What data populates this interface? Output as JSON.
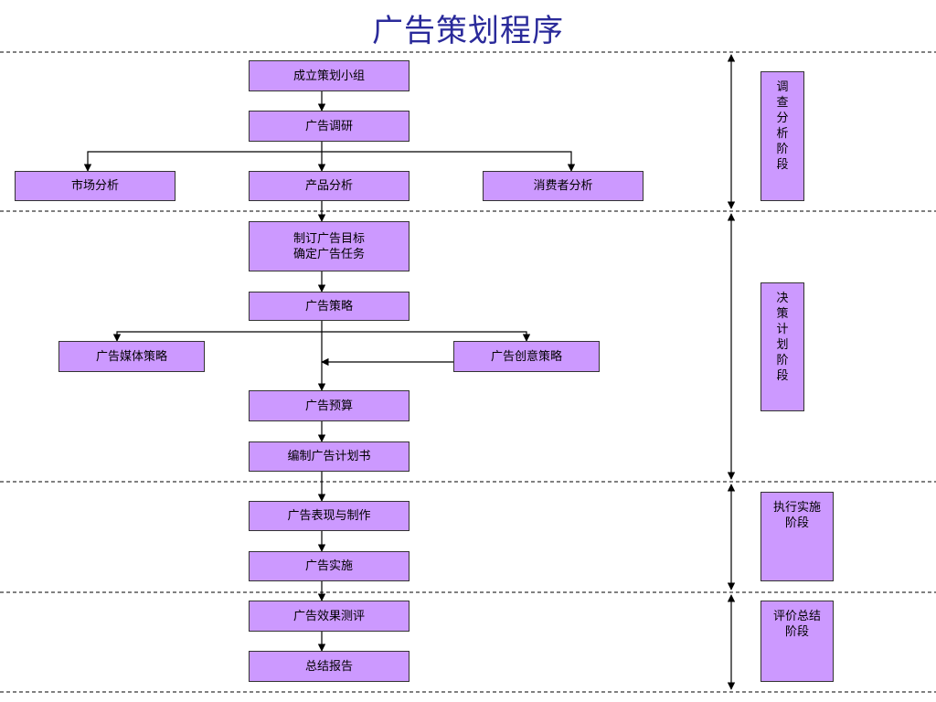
{
  "title": "广告策划程序",
  "colors": {
    "box": "#cc99ff",
    "title": "#2a2a9a",
    "line": "#000000"
  },
  "nodes": {
    "n1": "成立策划小组",
    "n2": "广告调研",
    "n3": "市场分析",
    "n4": "产品分析",
    "n5": "消费者分析",
    "n6": "制订广告目标\n确定广告任务",
    "n7": "广告策略",
    "n8": "广告媒体策略",
    "n9": "广告创意策略",
    "n10": "广告预算",
    "n11": "编制广告计划书",
    "n12": "广告表现与制作",
    "n13": "广告实施",
    "n14": "广告效果测评",
    "n15": "总结报告"
  },
  "stages": {
    "s1": "调查分析阶段",
    "s2": "决策计划阶段",
    "s3": "执行实施\n阶段",
    "s4": "评价总结\n阶段"
  }
}
